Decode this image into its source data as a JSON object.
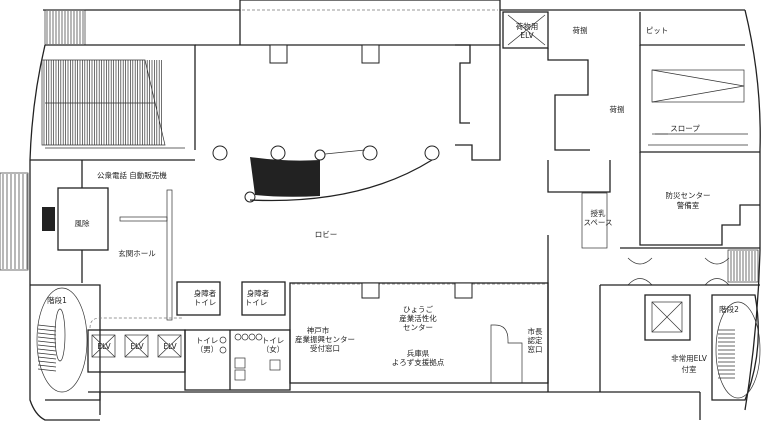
{
  "plan": {
    "labels": {
      "public_phone": "公衆電話",
      "vending": "自動販売機",
      "windbreak": "風除",
      "entrance_hall": "玄関ホール",
      "lobby": "ロビー",
      "stairs1": "階段1",
      "stairs2": "階段2",
      "elv": "ELV",
      "accessible_toilet_1": "身障者",
      "accessible_toilet_2": "トイレ",
      "toilet_m_1": "トイレ",
      "toilet_m_2": "（男）",
      "toilet_f_1": "トイレ",
      "toilet_f_2": "（女）",
      "kobe_1": "神戸市",
      "kobe_2": "産業振興センター",
      "kobe_3": "受付窓口",
      "hyogo_1": "ひょうご",
      "hyogo_2": "産業活性化",
      "hyogo_3": "センター",
      "yorozu_1": "兵庫県",
      "yorozu_2": "よろず支援拠点",
      "mayor_1": "市長",
      "mayor_2": "認定",
      "mayor_3": "窓口",
      "cargo_elv_1": "荷物用",
      "cargo_elv_2": "ELV",
      "unloading": "荷捌",
      "pit": "ピット",
      "slope": "スロープ",
      "disaster_1": "防災センター",
      "disaster_2": "警備室",
      "nursing_1": "授乳",
      "nursing_2": "スペース",
      "emergency_elv_1": "非常用ELV",
      "emergency_elv_2": "付室"
    }
  }
}
